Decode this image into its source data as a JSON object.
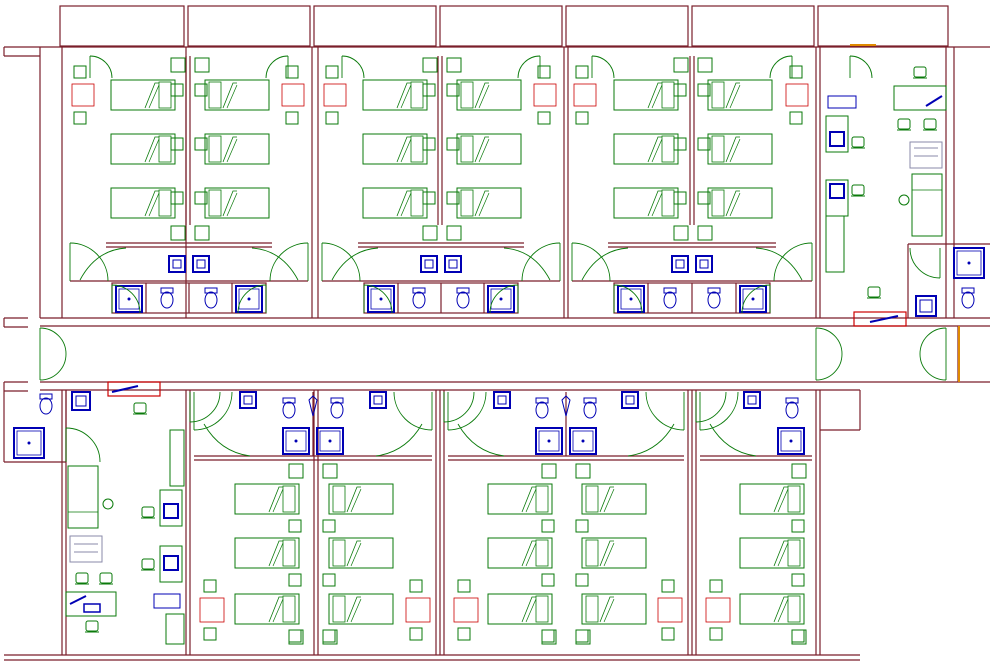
{
  "drawing": {
    "kind": "architectural floor plan",
    "colors": {
      "wall": "#7a1f2b",
      "furniture": "#0a7a0a",
      "plumbing": "#0000b4",
      "accent": "#cc0000",
      "door_frame": "#e08a00",
      "background": "#ffffff"
    },
    "upper_wing": {
      "ward_count": 3,
      "beds_per_ward": 6,
      "bays": [
        {
          "label": "",
          "beds": 6
        },
        {
          "label": "",
          "beds": 6
        },
        {
          "label": "",
          "beds": 6
        }
      ],
      "utility_room": {
        "has_desk": true,
        "has_sofa": true,
        "has_bed": true
      }
    },
    "lower_wing": {
      "ward_count": 3,
      "beds_per_ward": [
        6,
        6,
        3
      ],
      "utility_room": {
        "has_desk": true,
        "has_sofa": true,
        "has_bed": true
      }
    },
    "corridor": {
      "direction": "east-west",
      "double_doors": 2
    },
    "icons": [
      "bed-icon",
      "toilet-icon",
      "sink-icon",
      "door-swing-icon",
      "chair-icon",
      "table-icon",
      "sofa-icon"
    ]
  }
}
